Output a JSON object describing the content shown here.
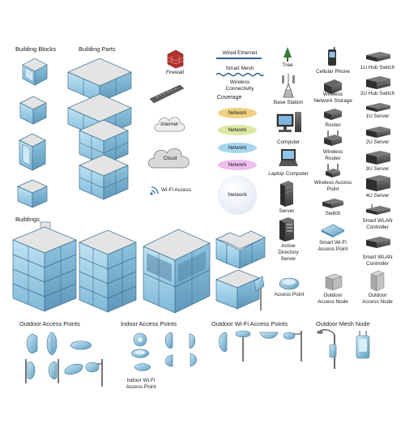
{
  "sections": {
    "building_blocks": "Building Blocks",
    "building_parts": "Building Parts",
    "buildings": "Buildings",
    "outdoor_access_points": "Outdoor Access Points",
    "indoor_access_points": "Indoor Access Points",
    "outdoor_wifi_access_points": "Outdoor Wi-Fi Access Points",
    "outdoor_mesh_node": "Outdoor Mesh Node"
  },
  "misc": {
    "firewall": "Firewall",
    "road": "Road",
    "internet": "Internet",
    "cloud": "Cloud",
    "wifi_access": "Wi-Fi Access",
    "indoor_wifi_ap_line1": "Indoor Wi-Fi",
    "indoor_wifi_ap_line2": "Access Point"
  },
  "connections": {
    "wired_ethernet": "Wired Ethernet",
    "smart_mesh": "Smart Mesh",
    "wireless_line1": "Wireless",
    "wireless_line2": "Connectivity",
    "coverage": "Coverage",
    "network": "Network"
  },
  "devices": {
    "tree": "Tree",
    "base_station": "Base Station",
    "computer": "Computer",
    "laptop": "Laptop Computer",
    "server": "Server",
    "ad_line1": "Active",
    "ad_line2": "Directory",
    "ad_line3": "Server",
    "access_point": "Access Point",
    "cellular_phone": "Cellular Phone",
    "wns_line1": "Wireless",
    "wns_line2": "Network Storage",
    "router": "Router",
    "wr_line1": "Wireless",
    "wr_line2": "Router",
    "wap_line1": "Wireless Access",
    "wap_line2": "Point",
    "switch": "Switch",
    "swap_line1": "Smart Wi-Fi",
    "swap_line2": "Access Point",
    "oan_line1": "Outdoor",
    "oan_line2": "Access Node",
    "1u_hub": "1U Hub Switch",
    "2u_hub": "2U Hub Switch",
    "1u_server": "1U Server",
    "2u_server": "2U Server",
    "3u_server": "3U Server",
    "4u_server": "4U Server",
    "swlan1_line1": "Smart WLAN",
    "swlan1_line2": "Controller",
    "swlan2_line1": "Smart WLAN",
    "swlan2_line2": "Controller"
  },
  "colors": {
    "glass": "#9fcfe6",
    "glass_dark": "#6fa9c9",
    "roof": "#e4e4e4",
    "edge": "#3f6f8f",
    "coverage": [
      "#e9c66c",
      "#d6e59a",
      "#9fd2ea",
      "#ecb4ea"
    ]
  }
}
